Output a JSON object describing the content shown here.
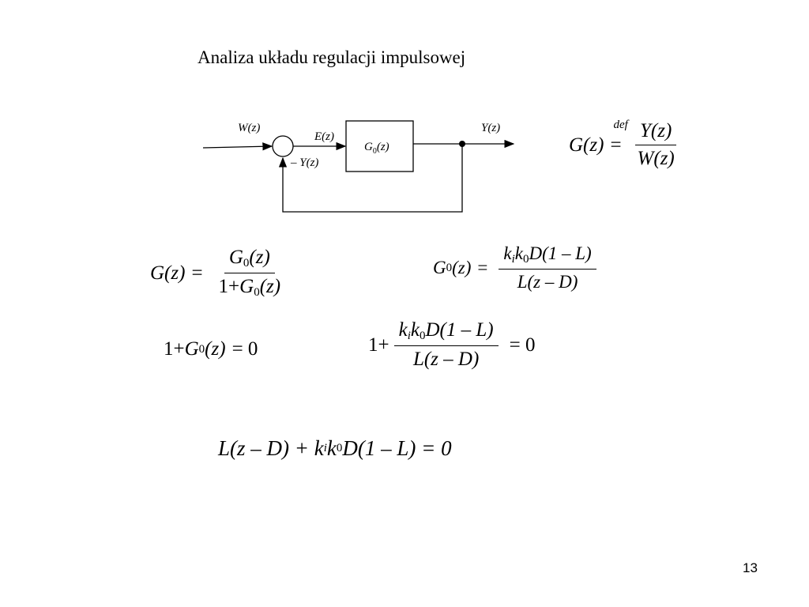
{
  "slide": {
    "title": "Analiza układu regulacji impulsowej",
    "page_number": "13"
  },
  "diagram": {
    "input_label": "W(z)",
    "error_label": "E(z)",
    "feedback_label": "– Y(z)",
    "block_label": "G",
    "block_sub": "0",
    "block_arg": "(z)",
    "output_label": "Y(z)"
  },
  "equations": {
    "definition": {
      "lhs": "G(z)",
      "eq": "=",
      "def": "def",
      "num": "Y(z)",
      "den": "W(z)"
    },
    "closed_loop": {
      "lhs": "G(z)",
      "eq": "=",
      "num_G": "G",
      "num_sub": "0",
      "num_arg": "(z)",
      "den_one": "1+",
      "den_G": "G",
      "den_sub": "0",
      "den_arg": "(z)"
    },
    "open_loop": {
      "G": "G",
      "sub": "0",
      "arg": "(z)",
      "eq": "=",
      "num_k": "k",
      "num_ksub": "i",
      "num_k0": "k",
      "num_k0sub": "0",
      "num_rest": "D(1 – L)",
      "den": "L(z – D)"
    },
    "char_eq_1": {
      "one": "1+",
      "G": "G",
      "sub": "0",
      "arg": "(z)",
      "rhs": "= 0"
    },
    "char_eq_2": {
      "one": "1+",
      "num_k": "k",
      "num_ksub": "i",
      "num_k0": "k",
      "num_k0sub": "0",
      "num_rest": "D(1 – L)",
      "den": "L(z – D)",
      "rhs": "= 0"
    },
    "char_eq_3": {
      "left": "L(z – D) +",
      "k": "k",
      "ksub": "i",
      "k0": "k",
      "k0sub": "0",
      "rest": "D(1 – L) = 0"
    }
  }
}
